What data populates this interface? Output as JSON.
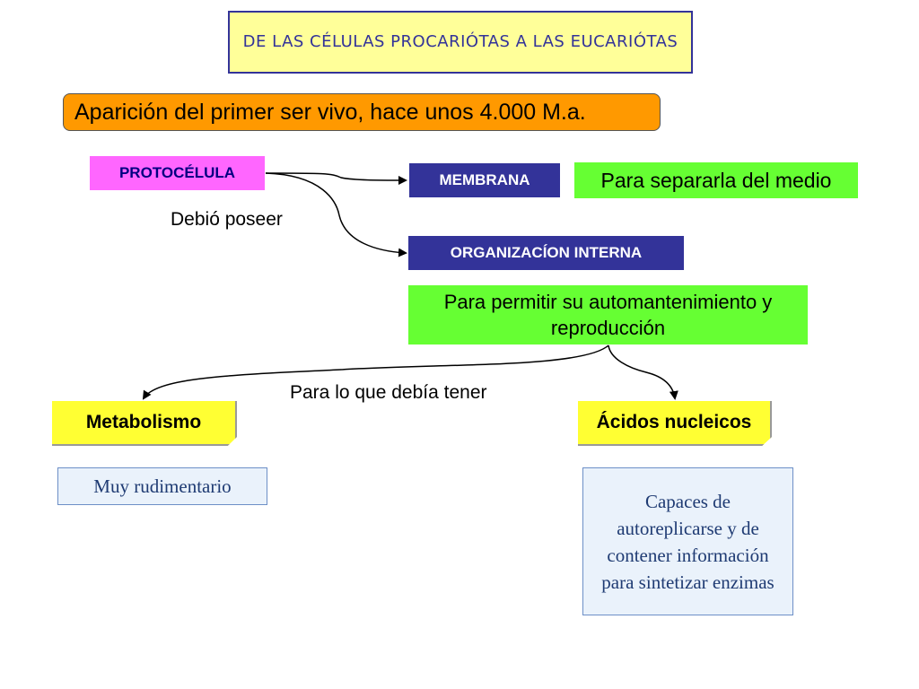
{
  "title": "DE LAS CÉLULAS PROCARIÓTAS A LAS EUCARIÓTAS",
  "headline": "Aparición del primer ser vivo, hace unos 4.000 M.a.",
  "nodes": {
    "protocell": "PROTOCÉLULA",
    "membrana": "MEMBRANA",
    "separar": "Para separarla del medio",
    "organizacion": "ORGANIZACÍON INTERNA",
    "permitir": "Para permitir su automantenimiento y reproducción",
    "metabolismo": "Metabolismo",
    "acidos": "Ácidos nucleicos",
    "rudimentario": "Muy rudimentario",
    "capaces": "Capaces de autoreplicarse y de contener información para sintetizar enzimas"
  },
  "labels": {
    "debio_poseer": "Debió poseer",
    "para_lo_que": "Para lo que debía tener"
  },
  "colors": {
    "title_bg": "#ffff99",
    "title_border": "#333399",
    "headline_bg": "#ff9900",
    "protocell_bg": "#ff66ff",
    "blue_box_bg": "#333399",
    "green_box_bg": "#66ff33",
    "yellow_box_bg": "#ffff33",
    "note_bg": "#eaf2fb"
  }
}
